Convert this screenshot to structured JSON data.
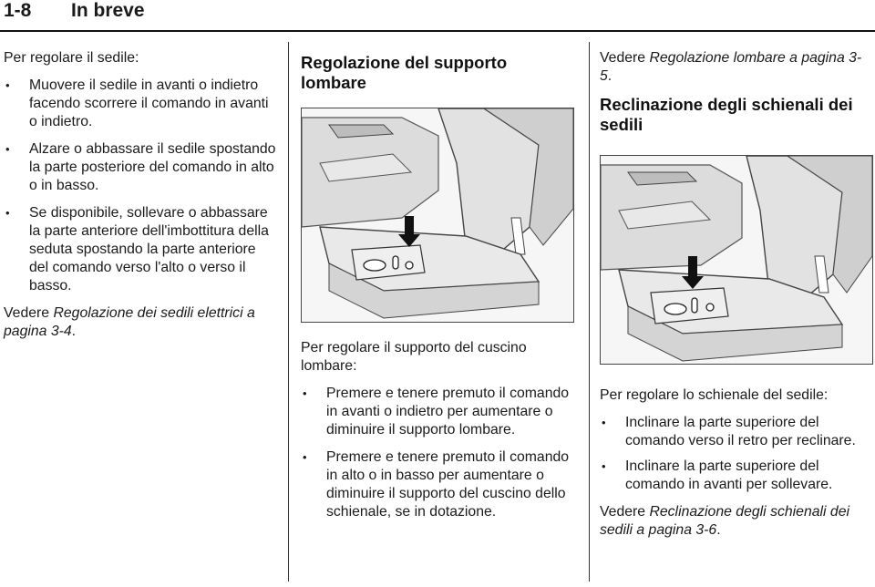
{
  "header": {
    "page_number": "1-8",
    "title": "In breve"
  },
  "col1": {
    "intro": "Per regolare il sedile:",
    "bullets": [
      "Muovere il sedile in avanti o indietro facendo scorrere il comando in avanti o indietro.",
      "Alzare o abbassare il sedile spostando la parte posteriore del comando in alto o in basso.",
      "Se disponibile, sollevare o abbassare la parte anteriore dell'imbottitura della seduta spostando la parte anteriore del comando verso l'alto o verso il basso."
    ],
    "ref_prefix": "Vedere ",
    "ref_link": "Regolazione dei sedili elettrici a pagina 3-4",
    "ref_suffix": "."
  },
  "col2": {
    "heading": "Regolazione del supporto lombare",
    "intro": "Per regolare il supporto del cuscino lombare:",
    "bullets": [
      "Premere e tenere premuto il comando in avanti o indietro per aumentare o diminuire il supporto lombare.",
      "Premere e tenere premuto il comando in alto o in basso per aumentare o diminuire il supporto del cuscino dello schienale, se in dotazione."
    ]
  },
  "col3": {
    "ref_prefix": "Vedere ",
    "ref_link": "Regolazione lombare a pagina 3-5",
    "ref_suffix": ".",
    "heading": "Reclinazione degli schienali dei sedili",
    "intro": "Per regolare lo schienale del sedile:",
    "bullets": [
      "Inclinare la parte superiore del comando verso il retro per reclinare.",
      "Inclinare la parte superiore del comando in avanti per sollevare."
    ],
    "ref2_prefix": "Vedere ",
    "ref2_link": "Reclinazione degli schienali dei sedili a pagina 3-6",
    "ref2_suffix": "."
  },
  "icons": {
    "arrow": "down-arrow-icon",
    "arrow_color": "#111111"
  }
}
